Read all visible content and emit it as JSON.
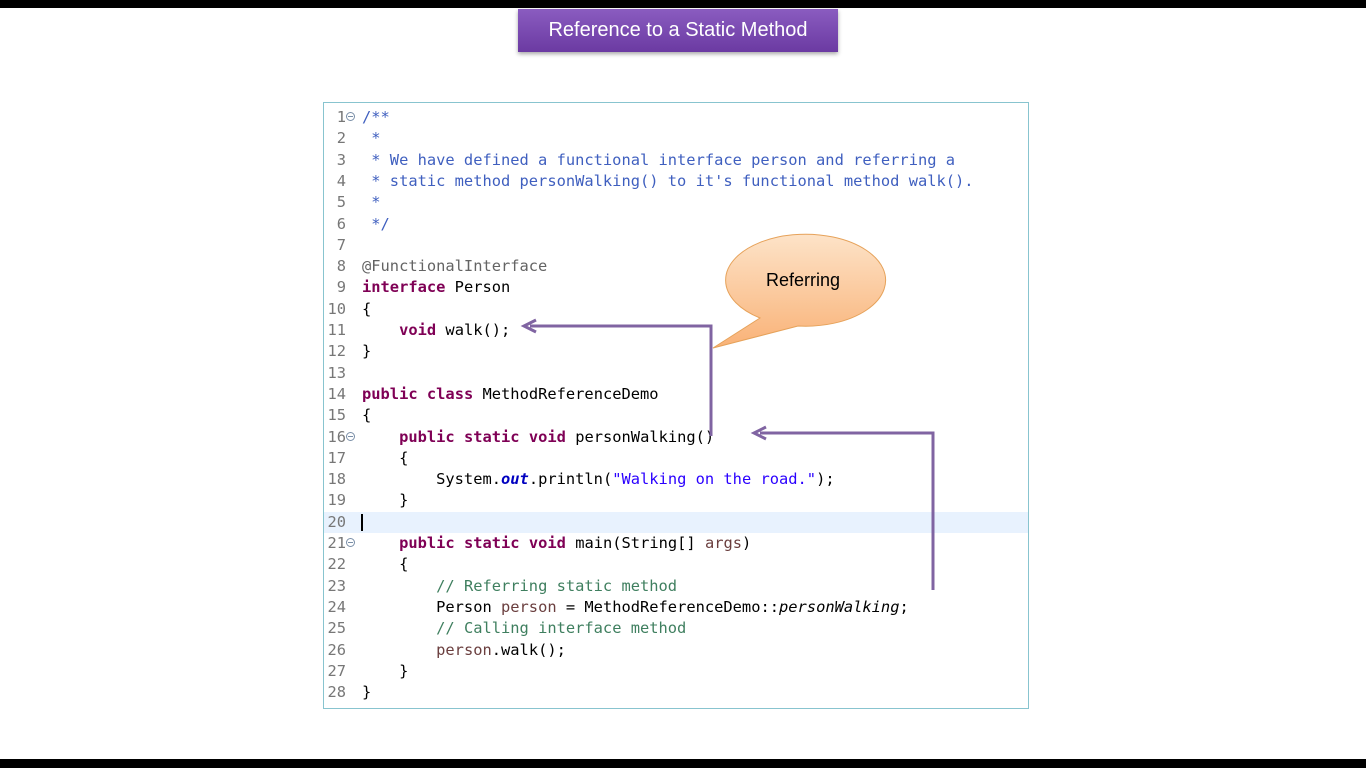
{
  "slide": {
    "title": "Reference to a Static Method",
    "colors": {
      "title_bg": "#7a4ab2",
      "arrow": "#8064a2",
      "callout": "#fbc99c"
    }
  },
  "editor": {
    "current_line": 20,
    "lines": [
      {
        "num": "1",
        "fold": true,
        "tokens": [
          {
            "t": "/**",
            "c": "doc"
          }
        ]
      },
      {
        "num": "2",
        "fold": false,
        "tokens": [
          {
            "t": " *",
            "c": "doc"
          }
        ]
      },
      {
        "num": "3",
        "fold": false,
        "tokens": [
          {
            "t": " * We have defined a functional interface person and referring a",
            "c": "doc"
          }
        ]
      },
      {
        "num": "4",
        "fold": false,
        "tokens": [
          {
            "t": " * static method personWalking() to it's functional method walk().",
            "c": "doc"
          }
        ]
      },
      {
        "num": "5",
        "fold": false,
        "tokens": [
          {
            "t": " *",
            "c": "doc"
          }
        ]
      },
      {
        "num": "6",
        "fold": false,
        "tokens": [
          {
            "t": " */",
            "c": "doc"
          }
        ]
      },
      {
        "num": "7",
        "fold": false,
        "tokens": []
      },
      {
        "num": "8",
        "fold": false,
        "tokens": [
          {
            "t": "@FunctionalInterface",
            "c": "ann"
          }
        ]
      },
      {
        "num": "9",
        "fold": false,
        "tokens": [
          {
            "t": "interface",
            "c": "kw"
          },
          {
            "t": " Person",
            "c": "pl"
          }
        ]
      },
      {
        "num": "10",
        "fold": false,
        "tokens": [
          {
            "t": "{",
            "c": "pl"
          }
        ]
      },
      {
        "num": "11",
        "fold": false,
        "tokens": [
          {
            "t": "    ",
            "c": "pl"
          },
          {
            "t": "void",
            "c": "kw"
          },
          {
            "t": " walk();",
            "c": "pl"
          }
        ]
      },
      {
        "num": "12",
        "fold": false,
        "tokens": [
          {
            "t": "}",
            "c": "pl"
          }
        ]
      },
      {
        "num": "13",
        "fold": false,
        "tokens": []
      },
      {
        "num": "14",
        "fold": false,
        "tokens": [
          {
            "t": "public",
            "c": "kw"
          },
          {
            "t": " ",
            "c": "pl"
          },
          {
            "t": "class",
            "c": "kw"
          },
          {
            "t": " MethodReferenceDemo",
            "c": "pl"
          }
        ]
      },
      {
        "num": "15",
        "fold": false,
        "tokens": [
          {
            "t": "{",
            "c": "pl"
          }
        ]
      },
      {
        "num": "16",
        "fold": true,
        "tokens": [
          {
            "t": "    ",
            "c": "pl"
          },
          {
            "t": "public",
            "c": "kw"
          },
          {
            "t": " ",
            "c": "pl"
          },
          {
            "t": "static",
            "c": "kw"
          },
          {
            "t": " ",
            "c": "pl"
          },
          {
            "t": "void",
            "c": "kw"
          },
          {
            "t": " personWalking()",
            "c": "pl"
          }
        ]
      },
      {
        "num": "17",
        "fold": false,
        "tokens": [
          {
            "t": "    {",
            "c": "pl"
          }
        ]
      },
      {
        "num": "18",
        "fold": false,
        "tokens": [
          {
            "t": "        System.",
            "c": "pl"
          },
          {
            "t": "out",
            "c": "fld"
          },
          {
            "t": ".println(",
            "c": "pl"
          },
          {
            "t": "\"Walking on the road.\"",
            "c": "str"
          },
          {
            "t": ");",
            "c": "pl"
          }
        ]
      },
      {
        "num": "19",
        "fold": false,
        "tokens": [
          {
            "t": "    }",
            "c": "pl"
          }
        ]
      },
      {
        "num": "20",
        "fold": false,
        "tokens": []
      },
      {
        "num": "21",
        "fold": true,
        "tokens": [
          {
            "t": "    ",
            "c": "pl"
          },
          {
            "t": "public",
            "c": "kw"
          },
          {
            "t": " ",
            "c": "pl"
          },
          {
            "t": "static",
            "c": "kw"
          },
          {
            "t": " ",
            "c": "pl"
          },
          {
            "t": "void",
            "c": "kw"
          },
          {
            "t": " main(String[] ",
            "c": "pl"
          },
          {
            "t": "args",
            "c": "var"
          },
          {
            "t": ")",
            "c": "pl"
          }
        ]
      },
      {
        "num": "22",
        "fold": false,
        "tokens": [
          {
            "t": "    {",
            "c": "pl"
          }
        ]
      },
      {
        "num": "23",
        "fold": false,
        "tokens": [
          {
            "t": "        ",
            "c": "pl"
          },
          {
            "t": "// Referring static method",
            "c": "cmt"
          }
        ]
      },
      {
        "num": "24",
        "fold": false,
        "tokens": [
          {
            "t": "        Person ",
            "c": "pl"
          },
          {
            "t": "person",
            "c": "var"
          },
          {
            "t": " = MethodReferenceDemo::",
            "c": "pl"
          },
          {
            "t": "personWalking",
            "c": "it"
          },
          {
            "t": ";",
            "c": "pl"
          }
        ]
      },
      {
        "num": "25",
        "fold": false,
        "tokens": [
          {
            "t": "        ",
            "c": "pl"
          },
          {
            "t": "// Calling interface method",
            "c": "cmt"
          }
        ]
      },
      {
        "num": "26",
        "fold": false,
        "tokens": [
          {
            "t": "        ",
            "c": "pl"
          },
          {
            "t": "person",
            "c": "var"
          },
          {
            "t": ".walk();",
            "c": "pl"
          }
        ]
      },
      {
        "num": "27",
        "fold": false,
        "tokens": [
          {
            "t": "    }",
            "c": "pl"
          }
        ]
      },
      {
        "num": "28",
        "fold": false,
        "tokens": [
          {
            "t": "}",
            "c": "pl"
          }
        ]
      }
    ]
  },
  "callout": {
    "text": "Referring"
  }
}
